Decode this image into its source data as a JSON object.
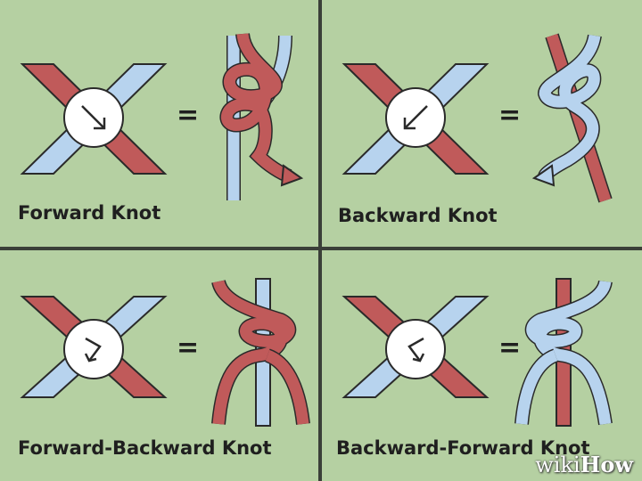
{
  "panels": [
    {
      "label": "Forward Knot",
      "equals": "="
    },
    {
      "label": "Backward Knot",
      "equals": "="
    },
    {
      "label": "Forward-Backward Knot",
      "equals": "="
    },
    {
      "label": "Backward-Forward Knot",
      "equals": "="
    }
  ],
  "watermark": {
    "prefix": "wiki",
    "suffix": "How"
  },
  "colors": {
    "background": "#b5d0a2",
    "red_strand": "#c05a5a",
    "blue_strand": "#b7d3ee",
    "outline": "#2a2a2a",
    "divider": "#3a3f38"
  }
}
